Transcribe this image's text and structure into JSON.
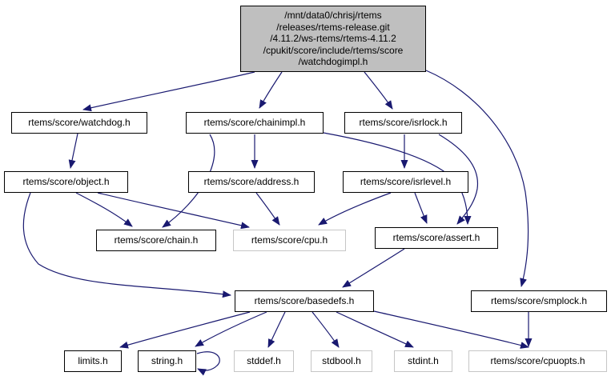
{
  "diagram": {
    "type": "include-dependency-graph",
    "edge_color": "#191970",
    "root_fill": "#bfbfbf",
    "nodes": {
      "root": {
        "label": "/mnt/data0/chrisj/rtems\n/releases/rtems-release.git\n/4.11.2/ws-rtems/rtems-4.11.2\n/cpukit/score/include/rtems/score\n/watchdogimpl.h"
      },
      "watchdog": {
        "label": "rtems/score/watchdog.h"
      },
      "chainimpl": {
        "label": "rtems/score/chainimpl.h"
      },
      "isrlock": {
        "label": "rtems/score/isrlock.h"
      },
      "object": {
        "label": "rtems/score/object.h"
      },
      "address": {
        "label": "rtems/score/address.h"
      },
      "isrlevel": {
        "label": "rtems/score/isrlevel.h"
      },
      "chain": {
        "label": "rtems/score/chain.h"
      },
      "cpu": {
        "label": "rtems/score/cpu.h"
      },
      "assert": {
        "label": "rtems/score/assert.h"
      },
      "basedefs": {
        "label": "rtems/score/basedefs.h"
      },
      "smplock": {
        "label": "rtems/score/smplock.h"
      },
      "limits": {
        "label": "limits.h"
      },
      "string": {
        "label": "string.h"
      },
      "stddef": {
        "label": "stddef.h"
      },
      "stdbool": {
        "label": "stdbool.h"
      },
      "stdint": {
        "label": "stdint.h"
      },
      "cpuopts": {
        "label": "rtems/score/cpuopts.h"
      }
    },
    "edges": [
      {
        "from": "root",
        "to": "watchdog"
      },
      {
        "from": "root",
        "to": "chainimpl"
      },
      {
        "from": "root",
        "to": "isrlock"
      },
      {
        "from": "root",
        "to": "smplock"
      },
      {
        "from": "watchdog",
        "to": "object"
      },
      {
        "from": "chainimpl",
        "to": "address"
      },
      {
        "from": "chainimpl",
        "to": "chain"
      },
      {
        "from": "chainimpl",
        "to": "assert"
      },
      {
        "from": "isrlock",
        "to": "isrlevel"
      },
      {
        "from": "isrlock",
        "to": "assert"
      },
      {
        "from": "object",
        "to": "chain"
      },
      {
        "from": "object",
        "to": "cpu"
      },
      {
        "from": "object",
        "to": "basedefs"
      },
      {
        "from": "address",
        "to": "cpu"
      },
      {
        "from": "isrlevel",
        "to": "cpu"
      },
      {
        "from": "isrlevel",
        "to": "assert"
      },
      {
        "from": "assert",
        "to": "basedefs"
      },
      {
        "from": "basedefs",
        "to": "limits"
      },
      {
        "from": "basedefs",
        "to": "string"
      },
      {
        "from": "basedefs",
        "to": "stddef"
      },
      {
        "from": "basedefs",
        "to": "stdbool"
      },
      {
        "from": "basedefs",
        "to": "stdint"
      },
      {
        "from": "basedefs",
        "to": "cpuopts"
      },
      {
        "from": "smplock",
        "to": "cpuopts"
      },
      {
        "from": "string",
        "to": "string"
      }
    ]
  }
}
